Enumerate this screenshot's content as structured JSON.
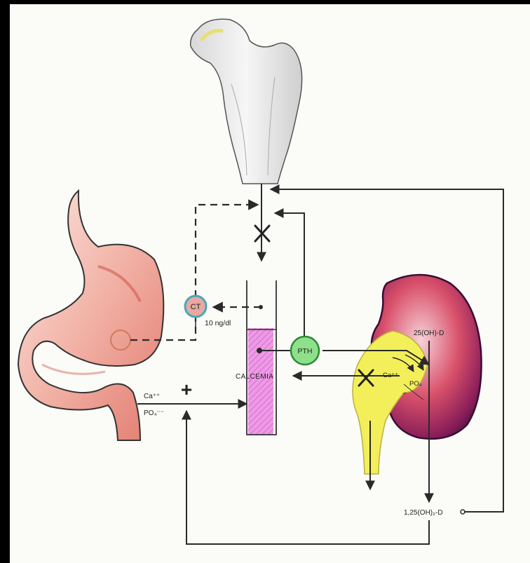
{
  "labels": {
    "ct": "CT",
    "pth": "PTH",
    "ct_level": "10 ng/dl",
    "calcemia": "CALCEMIA",
    "oh25": "25(OH)-D",
    "oh125": "1,25(OH)₂-D",
    "ca_gut": "Ca⁺⁺",
    "po4_gut": "PO₄⁻⁻",
    "ca_kidney": "Ca⁺⁺",
    "po4_kidney": "PO₄",
    "plus": "+"
  },
  "colors": {
    "paper": "#fbfbf8",
    "frame": "#000000",
    "line": "#2a2a2a",
    "ct_fill": "#e8a8a4",
    "ct_ring": "#48a8b8",
    "pth_fill": "#8ee08a",
    "pth_ring": "#2e8a36",
    "calcemia_fill": "#ee9ae6",
    "plus": "#e01818"
  }
}
